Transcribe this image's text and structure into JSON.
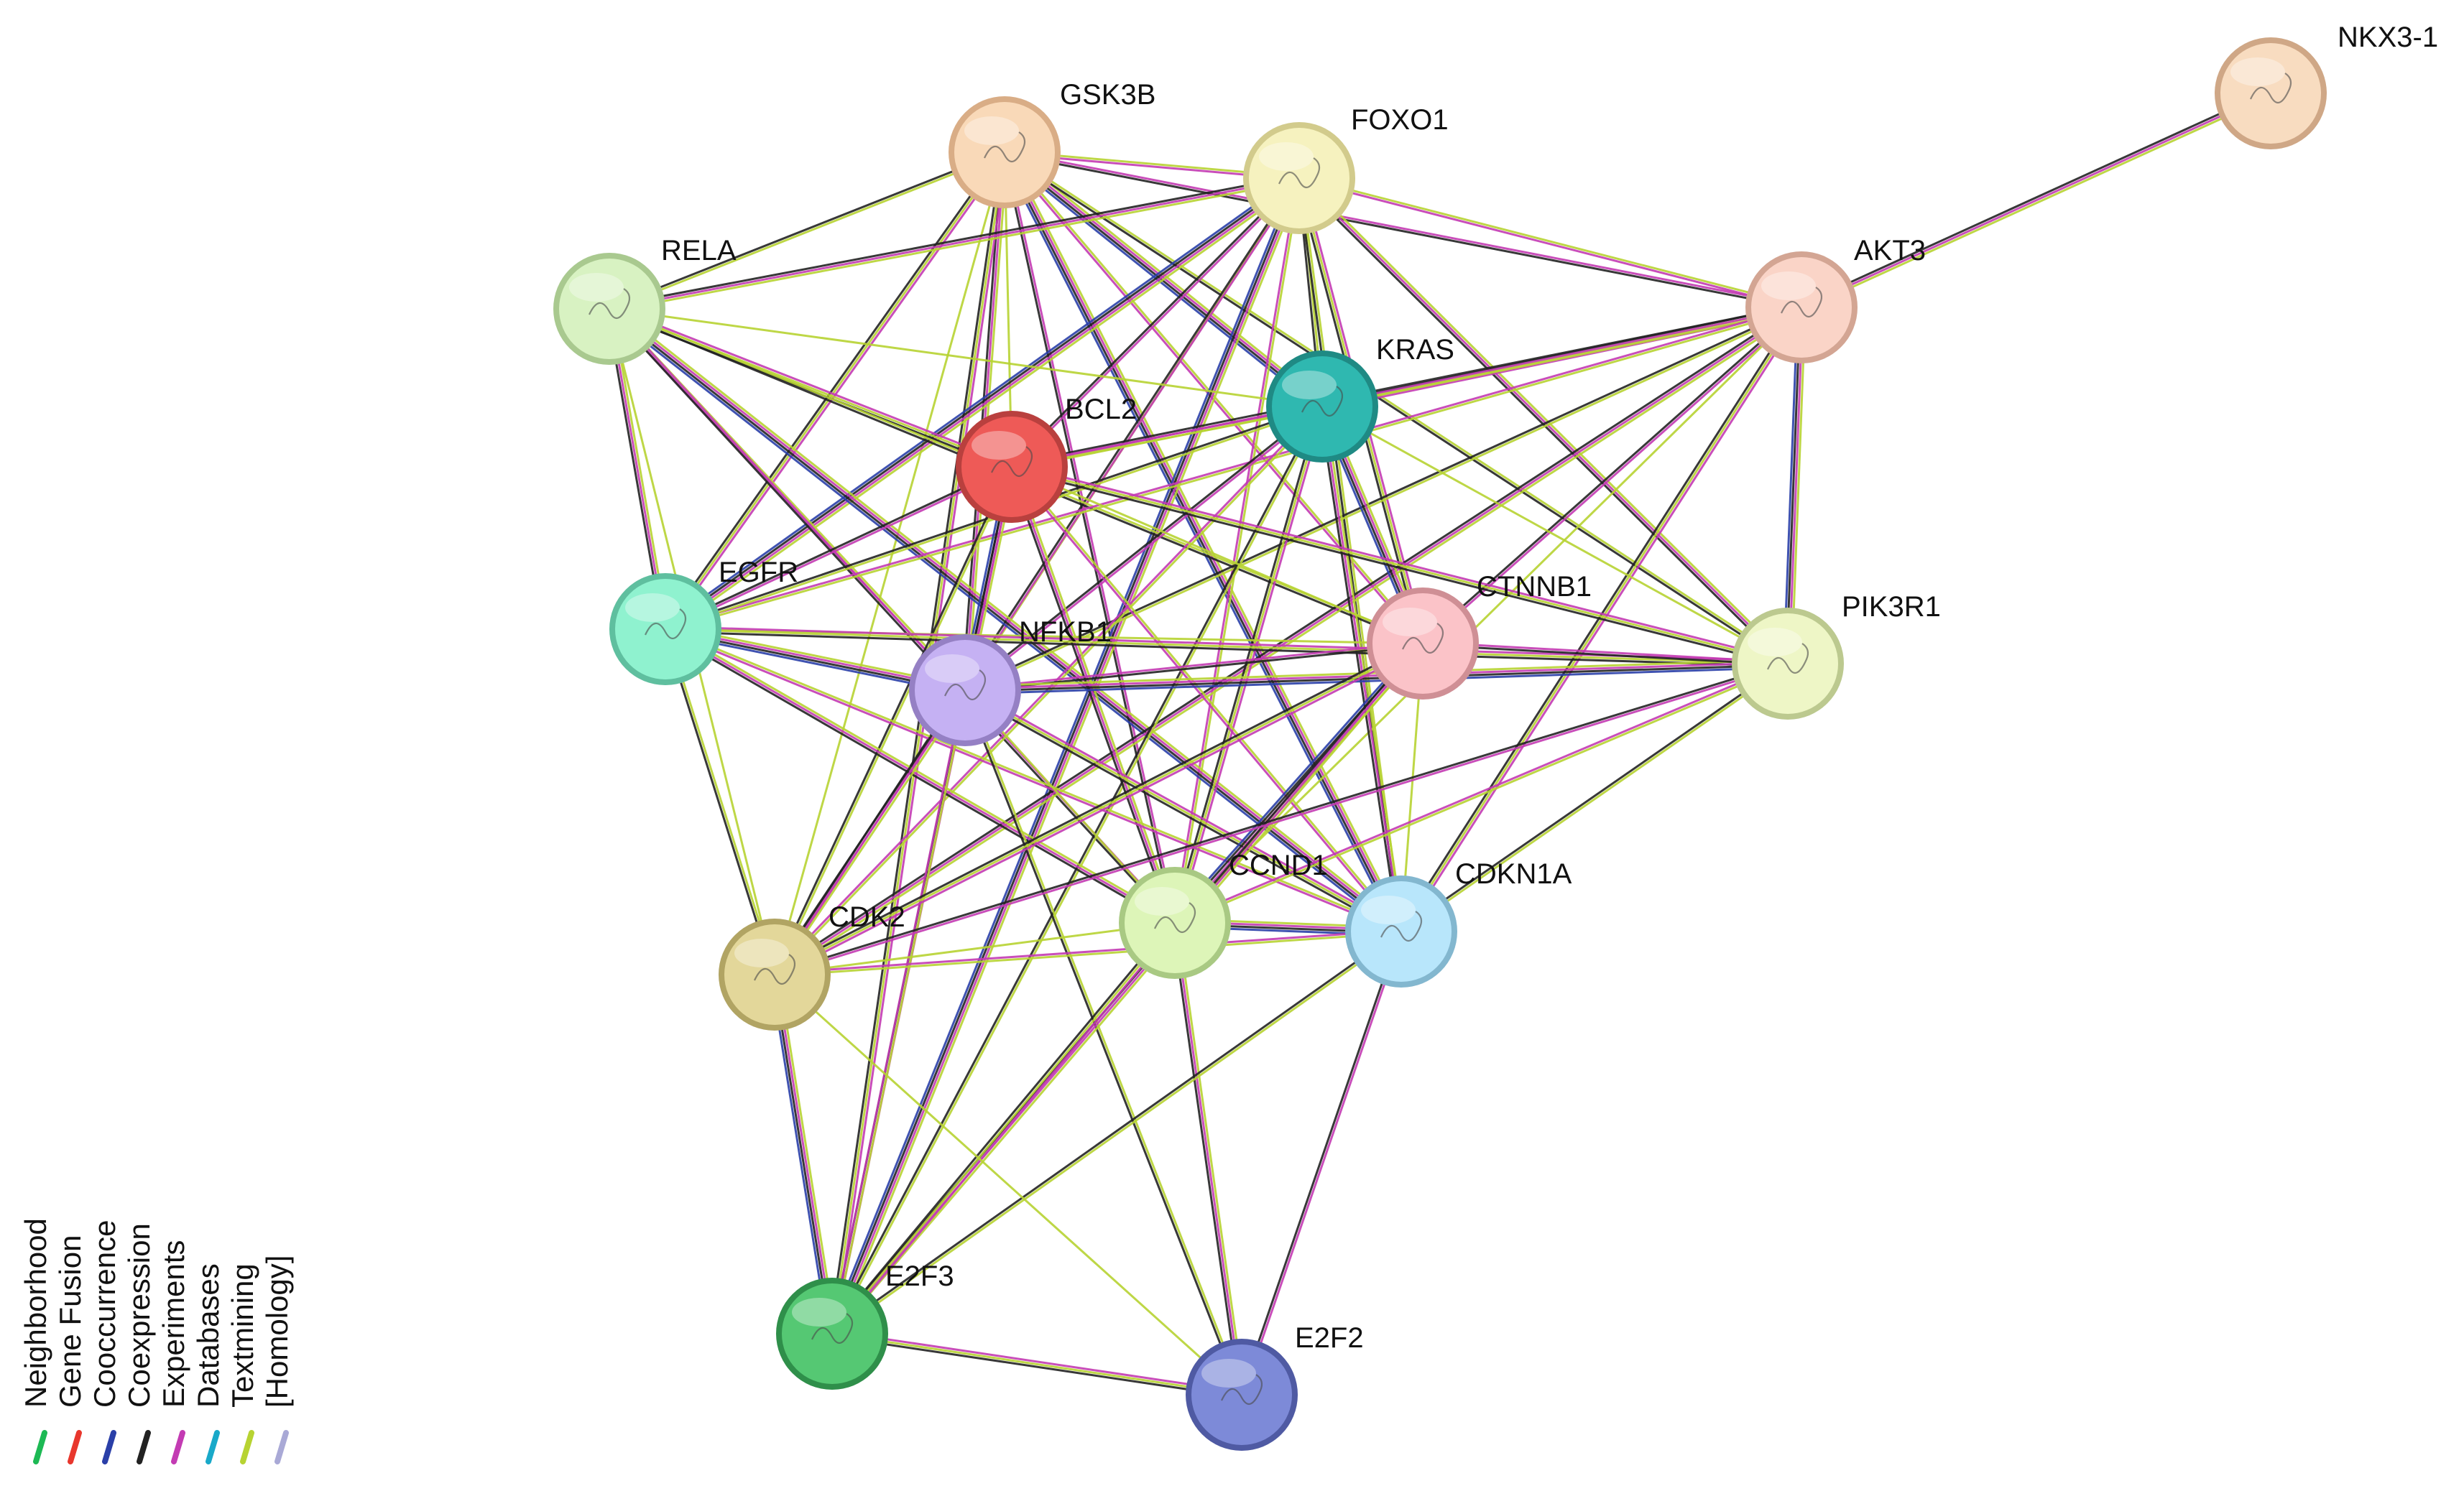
{
  "diagram": {
    "type": "protein-protein interaction network",
    "nodes": [
      {
        "id": "GSK3B",
        "label": "GSK3B",
        "color": "#f9d9b8",
        "ring": "#d9ad86"
      },
      {
        "id": "FOXO1",
        "label": "FOXO1",
        "color": "#f6f2bf",
        "ring": "#d2cb8c"
      },
      {
        "id": "NKX3-1",
        "label": "NKX3-1",
        "color": "#f8dcc0",
        "ring": "#cfa786"
      },
      {
        "id": "RELA",
        "label": "RELA",
        "color": "#d8f2c2",
        "ring": "#a9c98f"
      },
      {
        "id": "AKT3",
        "label": "AKT3",
        "color": "#fad4c7",
        "ring": "#d3a593"
      },
      {
        "id": "KRAS",
        "label": "KRAS",
        "color": "#2fb8b0",
        "ring": "#1f8a84"
      },
      {
        "id": "BCL2",
        "label": "BCL2",
        "color": "#ee5a57",
        "ring": "#b9403e"
      },
      {
        "id": "EGFR",
        "label": "EGFR",
        "color": "#8ff2cf",
        "ring": "#5fbf9f"
      },
      {
        "id": "NFKB1",
        "label": "NFKB1",
        "color": "#c5b1f3",
        "ring": "#9580c4"
      },
      {
        "id": "CTNNB1",
        "label": "CTNNB1",
        "color": "#fbc3c8",
        "ring": "#cf8f95"
      },
      {
        "id": "PIK3R1",
        "label": "PIK3R1",
        "color": "#eef6c6",
        "ring": "#bcc98f"
      },
      {
        "id": "CCND1",
        "label": "CCND1",
        "color": "#ddf5b8",
        "ring": "#a9c983"
      },
      {
        "id": "CDKN1A",
        "label": "CDKN1A",
        "color": "#b8e6fb",
        "ring": "#83b7cf"
      },
      {
        "id": "CDK2",
        "label": "CDK2",
        "color": "#e3d79a",
        "ring": "#b1a463"
      },
      {
        "id": "E2F3",
        "label": "E2F3",
        "color": "#55c873",
        "ring": "#2f8f4a"
      },
      {
        "id": "E2F2",
        "label": "E2F2",
        "color": "#7d8ad8",
        "ring": "#4f5aa3"
      }
    ],
    "edges": [
      [
        "NKX3-1",
        "AKT3"
      ],
      [
        "GSK3B",
        "FOXO1"
      ],
      [
        "GSK3B",
        "RELA"
      ],
      [
        "GSK3B",
        "AKT3"
      ],
      [
        "GSK3B",
        "KRAS"
      ],
      [
        "GSK3B",
        "BCL2"
      ],
      [
        "GSK3B",
        "EGFR"
      ],
      [
        "GSK3B",
        "NFKB1"
      ],
      [
        "GSK3B",
        "CTNNB1"
      ],
      [
        "GSK3B",
        "PIK3R1"
      ],
      [
        "GSK3B",
        "CCND1"
      ],
      [
        "GSK3B",
        "CDKN1A"
      ],
      [
        "GSK3B",
        "CDK2"
      ],
      [
        "GSK3B",
        "E2F3"
      ],
      [
        "FOXO1",
        "RELA"
      ],
      [
        "FOXO1",
        "AKT3"
      ],
      [
        "FOXO1",
        "KRAS"
      ],
      [
        "FOXO1",
        "BCL2"
      ],
      [
        "FOXO1",
        "EGFR"
      ],
      [
        "FOXO1",
        "NFKB1"
      ],
      [
        "FOXO1",
        "CTNNB1"
      ],
      [
        "FOXO1",
        "PIK3R1"
      ],
      [
        "FOXO1",
        "CCND1"
      ],
      [
        "FOXO1",
        "CDKN1A"
      ],
      [
        "FOXO1",
        "CDK2"
      ],
      [
        "FOXO1",
        "E2F3"
      ],
      [
        "RELA",
        "KRAS"
      ],
      [
        "RELA",
        "BCL2"
      ],
      [
        "RELA",
        "EGFR"
      ],
      [
        "RELA",
        "NFKB1"
      ],
      [
        "RELA",
        "CTNNB1"
      ],
      [
        "RELA",
        "CCND1"
      ],
      [
        "RELA",
        "CDKN1A"
      ],
      [
        "RELA",
        "CDK2"
      ],
      [
        "AKT3",
        "KRAS"
      ],
      [
        "AKT3",
        "BCL2"
      ],
      [
        "AKT3",
        "EGFR"
      ],
      [
        "AKT3",
        "NFKB1"
      ],
      [
        "AKT3",
        "CTNNB1"
      ],
      [
        "AKT3",
        "PIK3R1"
      ],
      [
        "AKT3",
        "CCND1"
      ],
      [
        "AKT3",
        "CDKN1A"
      ],
      [
        "AKT3",
        "CDK2"
      ],
      [
        "KRAS",
        "BCL2"
      ],
      [
        "KRAS",
        "EGFR"
      ],
      [
        "KRAS",
        "NFKB1"
      ],
      [
        "KRAS",
        "CTNNB1"
      ],
      [
        "KRAS",
        "PIK3R1"
      ],
      [
        "KRAS",
        "CCND1"
      ],
      [
        "KRAS",
        "CDKN1A"
      ],
      [
        "KRAS",
        "CDK2"
      ],
      [
        "KRAS",
        "E2F3"
      ],
      [
        "BCL2",
        "EGFR"
      ],
      [
        "BCL2",
        "NFKB1"
      ],
      [
        "BCL2",
        "CTNNB1"
      ],
      [
        "BCL2",
        "PIK3R1"
      ],
      [
        "BCL2",
        "CCND1"
      ],
      [
        "BCL2",
        "CDKN1A"
      ],
      [
        "BCL2",
        "CDK2"
      ],
      [
        "BCL2",
        "E2F3"
      ],
      [
        "EGFR",
        "NFKB1"
      ],
      [
        "EGFR",
        "CTNNB1"
      ],
      [
        "EGFR",
        "PIK3R1"
      ],
      [
        "EGFR",
        "CCND1"
      ],
      [
        "EGFR",
        "CDKN1A"
      ],
      [
        "EGFR",
        "CDK2"
      ],
      [
        "NFKB1",
        "CTNNB1"
      ],
      [
        "NFKB1",
        "PIK3R1"
      ],
      [
        "NFKB1",
        "CCND1"
      ],
      [
        "NFKB1",
        "CDKN1A"
      ],
      [
        "NFKB1",
        "CDK2"
      ],
      [
        "NFKB1",
        "E2F3"
      ],
      [
        "NFKB1",
        "E2F2"
      ],
      [
        "CTNNB1",
        "PIK3R1"
      ],
      [
        "CTNNB1",
        "CCND1"
      ],
      [
        "CTNNB1",
        "CDKN1A"
      ],
      [
        "CTNNB1",
        "CDK2"
      ],
      [
        "CTNNB1",
        "E2F3"
      ],
      [
        "PIK3R1",
        "CCND1"
      ],
      [
        "PIK3R1",
        "CDKN1A"
      ],
      [
        "PIK3R1",
        "CDK2"
      ],
      [
        "CCND1",
        "CDKN1A"
      ],
      [
        "CCND1",
        "CDK2"
      ],
      [
        "CCND1",
        "E2F3"
      ],
      [
        "CCND1",
        "E2F2"
      ],
      [
        "CDKN1A",
        "CDK2"
      ],
      [
        "CDKN1A",
        "E2F3"
      ],
      [
        "CDKN1A",
        "E2F2"
      ],
      [
        "CDK2",
        "E2F3"
      ],
      [
        "CDK2",
        "E2F2"
      ],
      [
        "E2F3",
        "E2F2"
      ]
    ]
  },
  "legend": {
    "items": [
      {
        "label": "Neighborhood",
        "color": "#1db954"
      },
      {
        "label": "Gene Fusion",
        "color": "#e8372d"
      },
      {
        "label": "Cooccurrence",
        "color": "#2a3fa8"
      },
      {
        "label": "Coexpression",
        "color": "#222222"
      },
      {
        "label": "Experiments",
        "color": "#c33bb3"
      },
      {
        "label": "Databases",
        "color": "#19a9c9"
      },
      {
        "label": "Textmining",
        "color": "#b7d332"
      },
      {
        "label": "[Homology]",
        "color": "#a9a9d6"
      }
    ]
  }
}
